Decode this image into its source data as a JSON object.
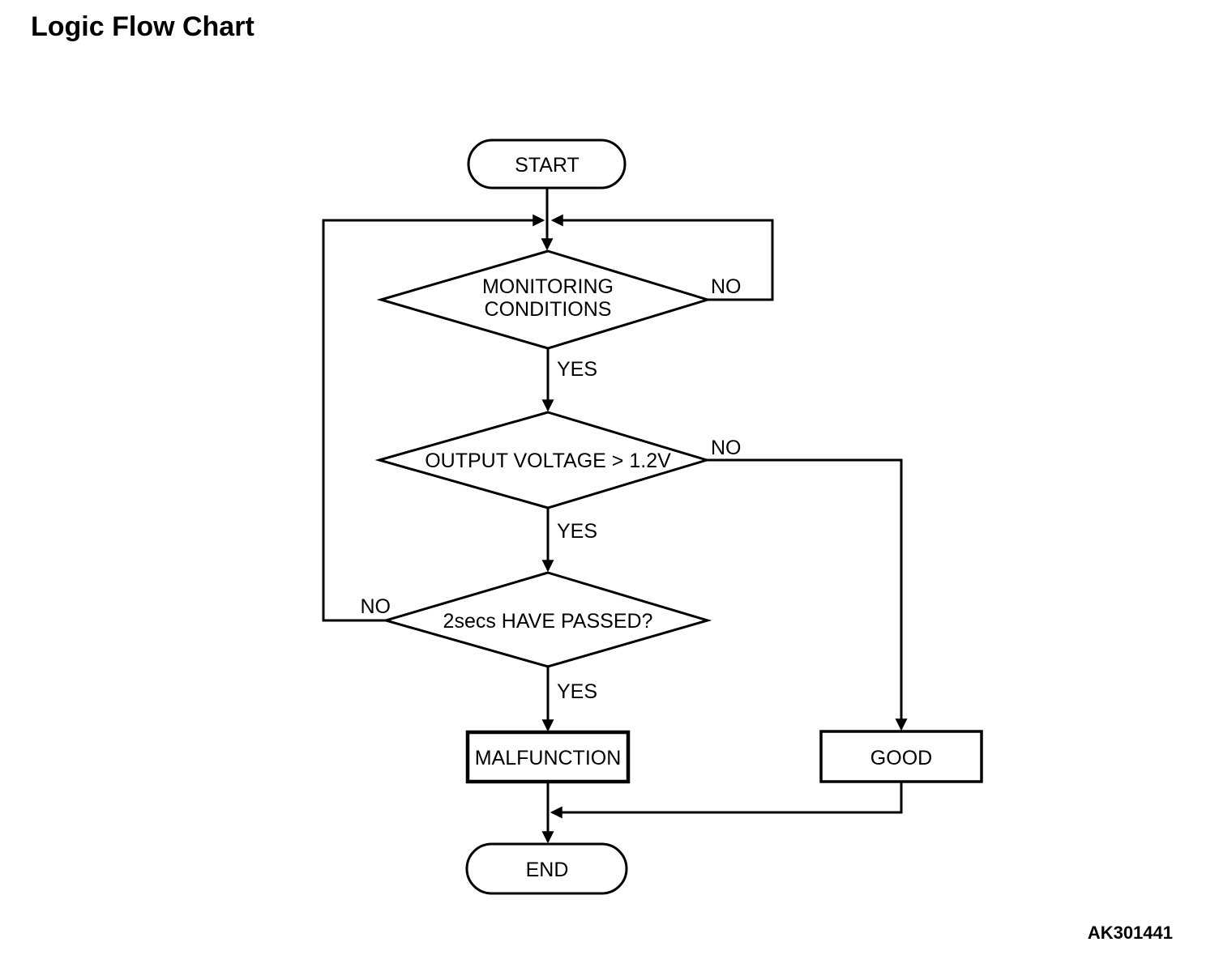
{
  "title": "Logic Flow Chart",
  "figure_code": "AK301441",
  "colors": {
    "ink": "#000000",
    "paper": "#ffffff"
  },
  "nodes": {
    "start": {
      "type": "terminator",
      "label": "START"
    },
    "monitoring_conditions": {
      "type": "decision",
      "line1": "MONITORING",
      "line2": "CONDITIONS"
    },
    "output_voltage": {
      "type": "decision",
      "label": "OUTPUT VOLTAGE > 1.2V"
    },
    "timer": {
      "type": "decision",
      "label": "2secs HAVE PASSED?"
    },
    "malfunction": {
      "type": "process",
      "label": "MALFUNCTION"
    },
    "good": {
      "type": "process",
      "label": "GOOD"
    },
    "end": {
      "type": "terminator",
      "label": "END"
    }
  },
  "edge_labels": {
    "monitoring_no": "NO",
    "monitoring_yes": "YES",
    "voltage_no": "NO",
    "voltage_yes": "YES",
    "timer_no": "NO",
    "timer_yes": "YES"
  }
}
